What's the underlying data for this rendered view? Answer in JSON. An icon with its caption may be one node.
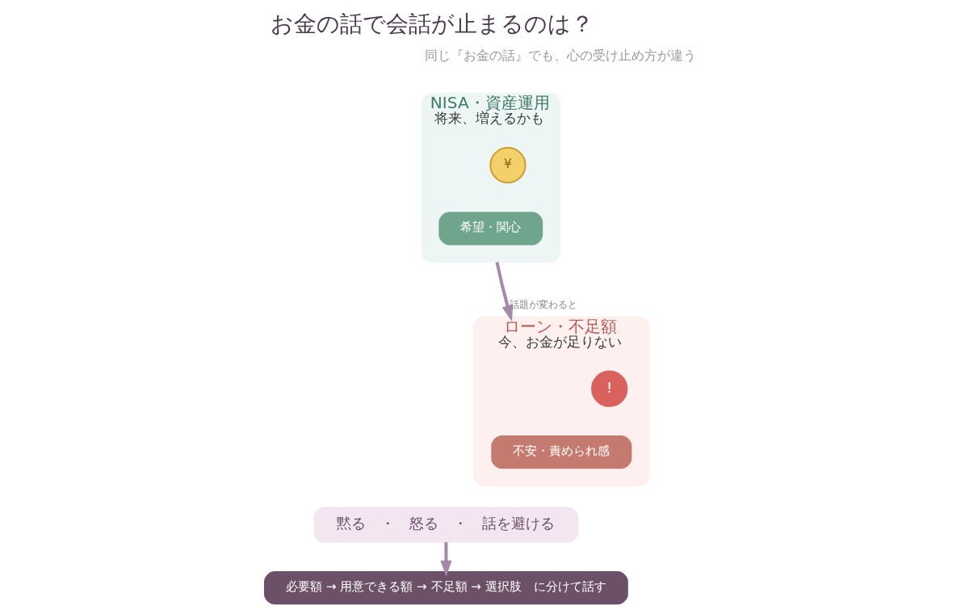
{
  "diagram": {
    "title": "お金の話で会話が止まるのは？",
    "nodes": [
      {
        "text": [
          "NISA・資産運用",
          "将来、増えるかも"
        ]
      },
      {
        "text": [
          "¥"
        ],
        "in": 0
      },
      {
        "text": [
          "希望・関心"
        ],
        "in": 0
      },
      {
        "text": [
          "ローン・不足額",
          "今、お金が足りない"
        ]
      },
      {
        "text": [
          "!"
        ],
        "in": 3
      },
      {
        "text": [
          "不安・責められ感"
        ],
        "in": 3
      },
      {
        "text": [
          "黙る　・　怒る　・　話を避ける"
        ]
      },
      {
        "text": [
          "必要額 → 用意できる額 → 不足額 → 選択肢　に分けて話す"
        ]
      }
    ],
    "edges": [
      {
        "from": 0,
        "to": 3,
        "arrow": "to",
        "label": "話題が変わると"
      },
      {
        "from": 6,
        "to": 7,
        "arrow": "to"
      }
    ],
    "labels": [
      "同じ『お金の話』でも、心の受け止め方が違う"
    ]
  }
}
